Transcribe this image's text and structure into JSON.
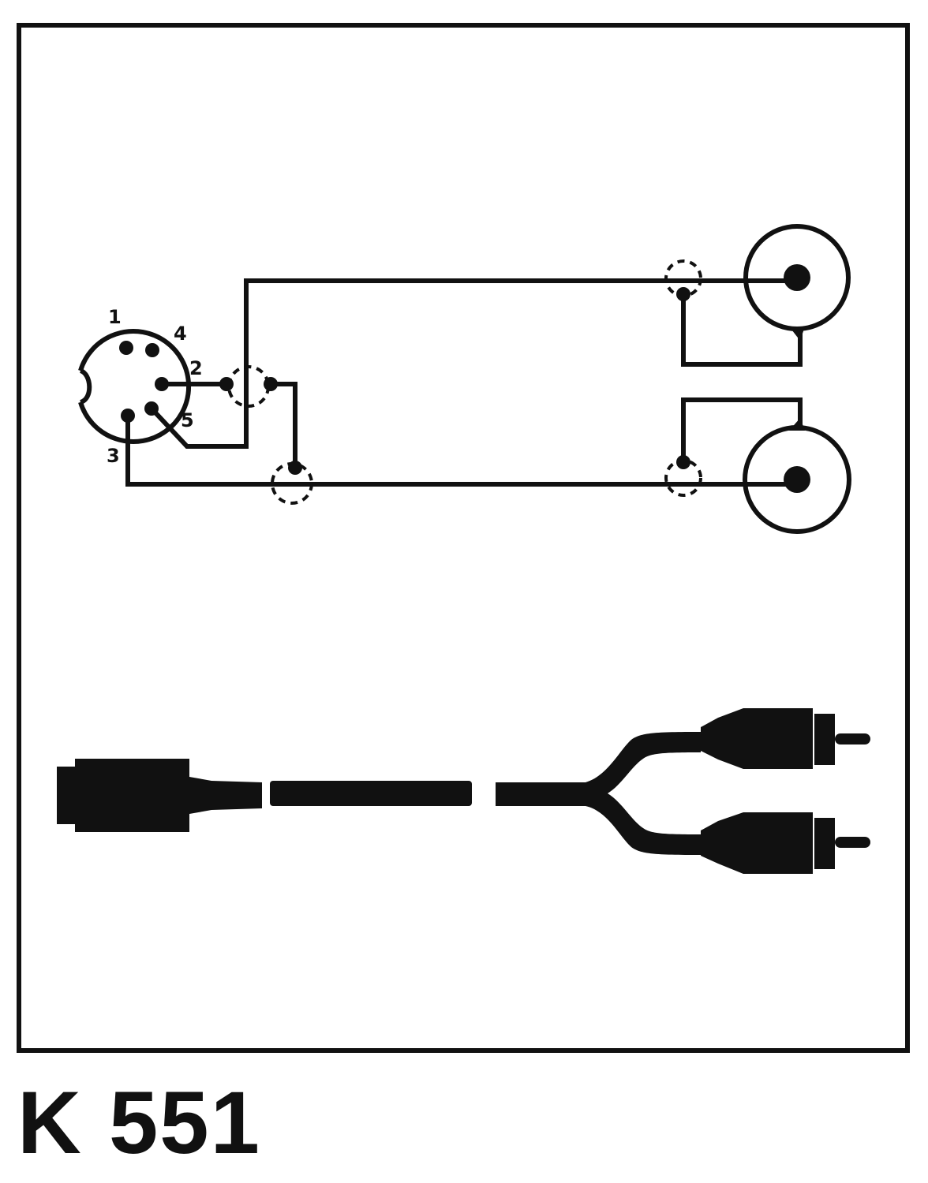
{
  "model": "K 551",
  "din_connector": {
    "pins": [
      "1",
      "2",
      "3",
      "4",
      "5"
    ]
  },
  "colors": {
    "ink": "#111111",
    "paper": "#ffffff"
  }
}
